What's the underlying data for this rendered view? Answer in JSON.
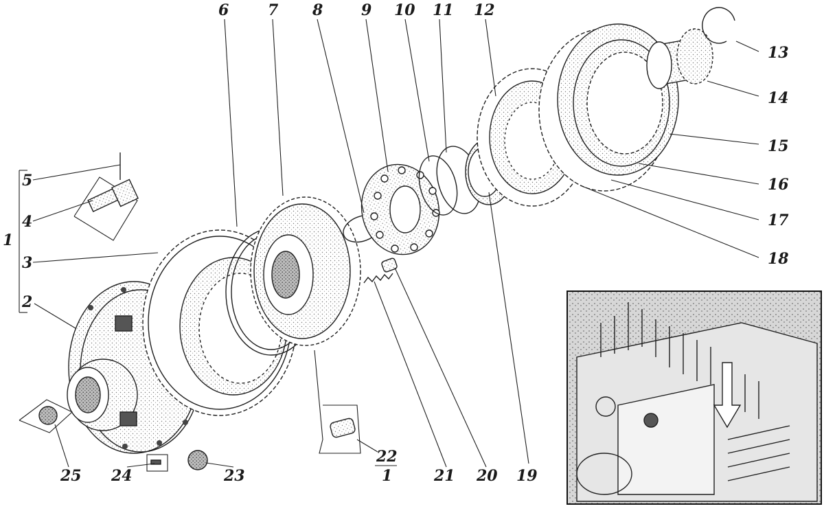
{
  "callouts": {
    "c1": "1",
    "c2": "2",
    "c3": "3",
    "c4": "4",
    "c5": "5",
    "c6": "6",
    "c7": "7",
    "c8": "8",
    "c9": "9",
    "c10": "10",
    "c11": "11",
    "c12": "12",
    "c13": "13",
    "c14": "14",
    "c15": "15",
    "c16": "16",
    "c17": "17",
    "c18": "18",
    "c19": "19",
    "c20": "20",
    "c21": "21",
    "c22": "22",
    "c23": "23",
    "c24": "24",
    "c25": "25",
    "c1_bottom": "1"
  },
  "colors": {
    "ink": "#1e1e1e",
    "paper": "#ffffff",
    "shade": "#cfcfcf",
    "dark": "#5a5a5a"
  }
}
